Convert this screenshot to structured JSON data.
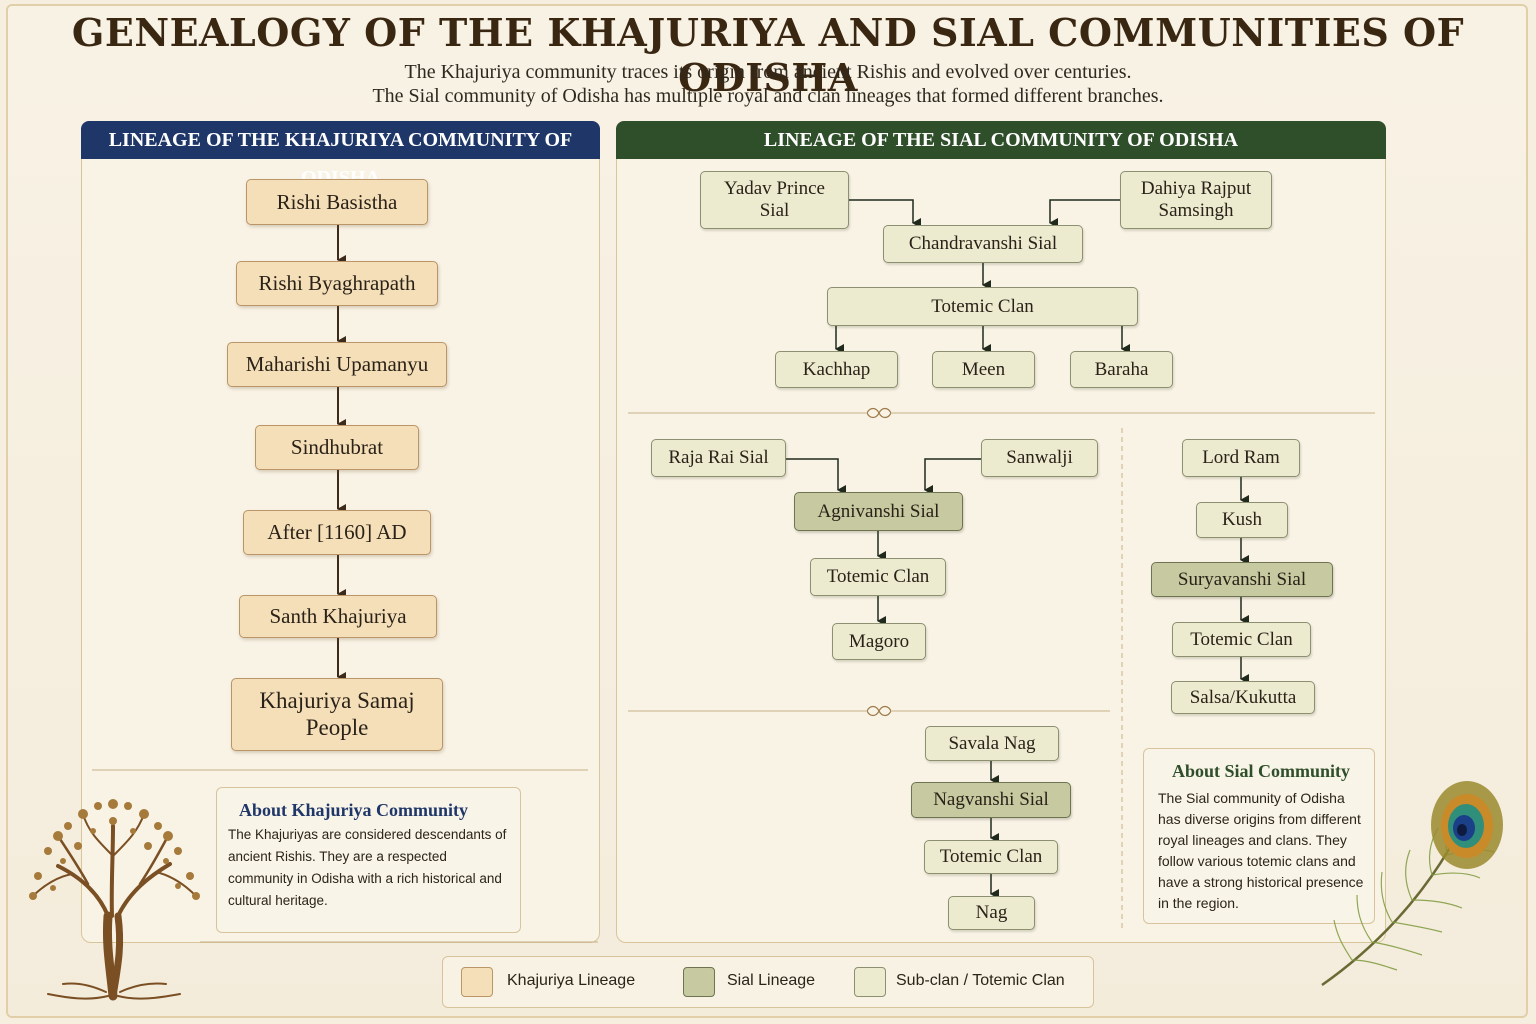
{
  "title": "GENEALOGY OF THE KHAJURIYA AND SIAL COMMUNITIES OF ODISHA",
  "subtitle_lines": [
    "The Khajuriya community traces its origin from ancient Rishis and evolved over centuries.",
    "The Sial community of Odisha has multiple royal and clan lineages that formed different branches."
  ],
  "colors": {
    "khajuriya_header": "#1f3668",
    "sial_header": "#2f4e2a",
    "khajuriya_box": "#f5dfb8",
    "sial_box": "#c7c9a0",
    "subclan_box": "#ecebcf"
  },
  "khajuriya": {
    "header": "LINEAGE OF THE KHAJURIYA COMMUNITY OF ODISHA",
    "chain": [
      "Rishi Basistha",
      "Rishi Byaghrapath",
      "Maharishi Upamanyu",
      "Sindhubrat",
      "After [1160] AD",
      "Santh Khajuriya",
      "Khajuriya Samaj People"
    ],
    "about": {
      "title": "About Khajuriya Community",
      "text": "The Khajuriyas are considered descendants of ancient Rishis. They are a respected community in Odisha with a rich historical and cultural heritage."
    }
  },
  "sial": {
    "header": "LINEAGE OF THE SIAL COMMUNITY OF ODISHA",
    "chandravanshi": {
      "parents": [
        "Yadav Prince Sial",
        "Dahiya Rajput Samsingh"
      ],
      "lineage": "Chandravanshi Sial",
      "clan": "Totemic Clan",
      "subclans": [
        "Kachhap",
        "Meen",
        "Baraha"
      ]
    },
    "agnivanshi": {
      "parents": [
        "Raja Rai Sial",
        "Sanwalji"
      ],
      "lineage": "Agnivanshi Sial",
      "clan": "Totemic Clan",
      "subclan": "Magoro"
    },
    "suryavanshi": {
      "ancestors": [
        "Lord Ram",
        "Kush"
      ],
      "lineage": "Suryavanshi Sial",
      "clan": "Totemic Clan",
      "subclan": "Salsa/Kukutta"
    },
    "nagvanshi": {
      "ancestor": "Savala Nag",
      "lineage": "Nagvanshi Sial",
      "clan": "Totemic Clan",
      "subclan": "Nag"
    },
    "about": {
      "title": "About Sial Community",
      "text": "The Sial community of Odisha has diverse origins from different royal lineages and clans. They follow various totemic clans and have a strong historical presence in the region."
    }
  },
  "legend": [
    {
      "label": "Khajuriya Lineage",
      "color": "#f5dfb8"
    },
    {
      "label": "Sial Lineage",
      "color": "#c7c9a0"
    },
    {
      "label": "Sub-clan / Totemic Clan",
      "color": "#ecebcf"
    }
  ],
  "decorations": [
    "tree-of-life-icon",
    "peacock-feather-icon",
    "ornament-divider-icon"
  ]
}
